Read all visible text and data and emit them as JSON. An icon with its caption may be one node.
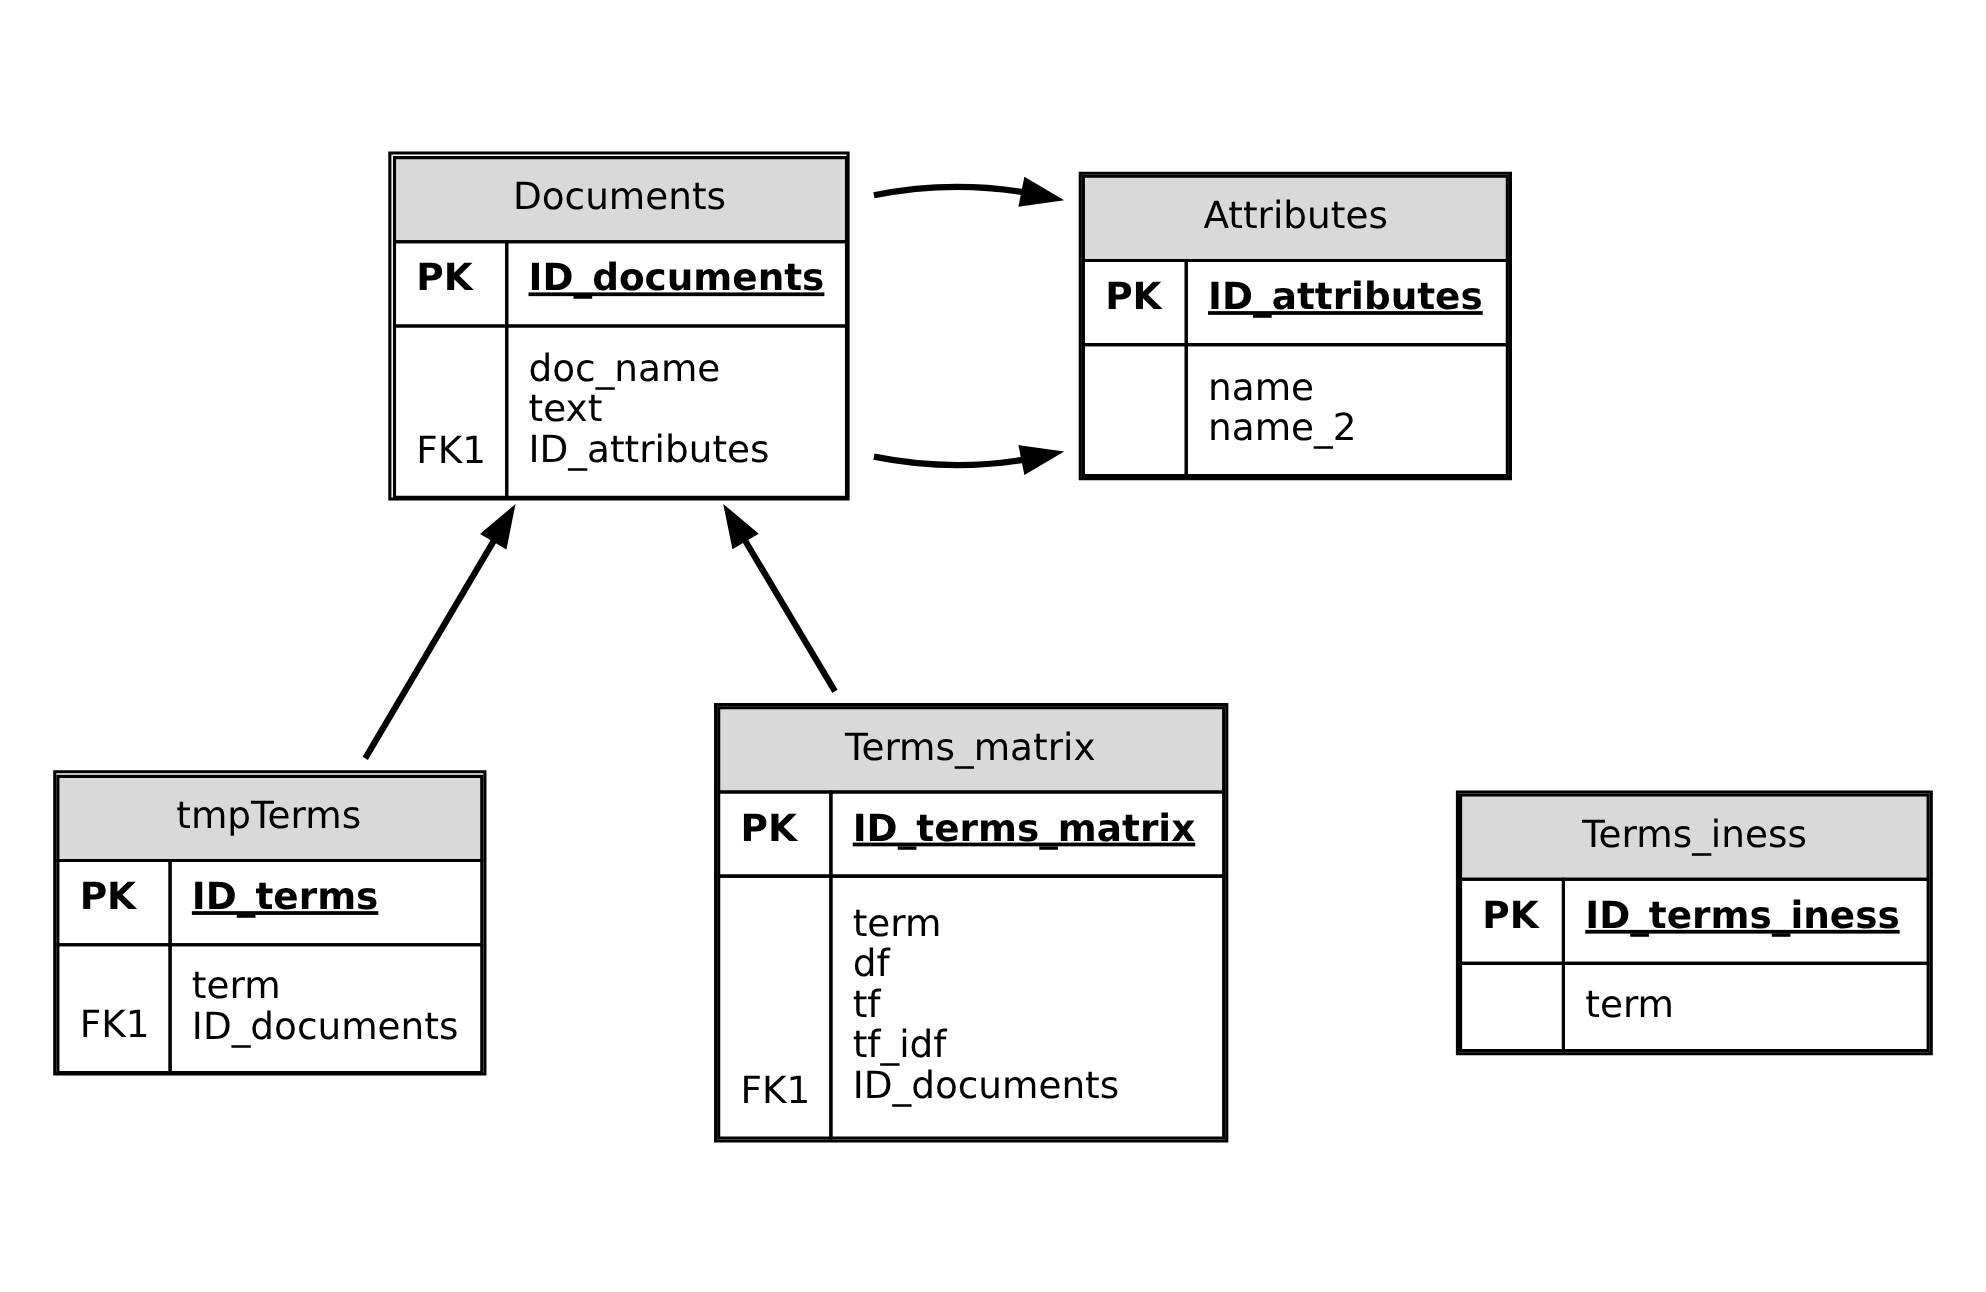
{
  "diagram": {
    "nodes": [
      {
        "text": [
          "Documents",
          "PK",
          "ID_documents",
          "doc_name",
          "text",
          "FK1",
          "ID_attributes"
        ]
      },
      {
        "text": [
          "Attributes",
          "PK",
          "ID_attributes",
          "name",
          "name_2"
        ]
      },
      {
        "text": [
          "tmpTerms",
          "PK",
          "ID_terms",
          "term",
          "FK1",
          "ID_documents"
        ]
      },
      {
        "text": [
          "Terms_matrix",
          "PK",
          "ID_terms_matrix",
          "term",
          "df",
          "tf",
          "tf_idf",
          "FK1",
          "ID_documents"
        ]
      },
      {
        "text": [
          "Terms_iness",
          "PK",
          "ID_terms_iness",
          "term"
        ]
      }
    ],
    "edges": [
      {
        "from": 0,
        "to": 1,
        "arrow": "to"
      },
      {
        "from": 0,
        "to": 1,
        "arrow": "to"
      },
      {
        "from": 2,
        "to": 0,
        "arrow": "to"
      },
      {
        "from": 3,
        "to": 0,
        "arrow": "to"
      }
    ]
  }
}
